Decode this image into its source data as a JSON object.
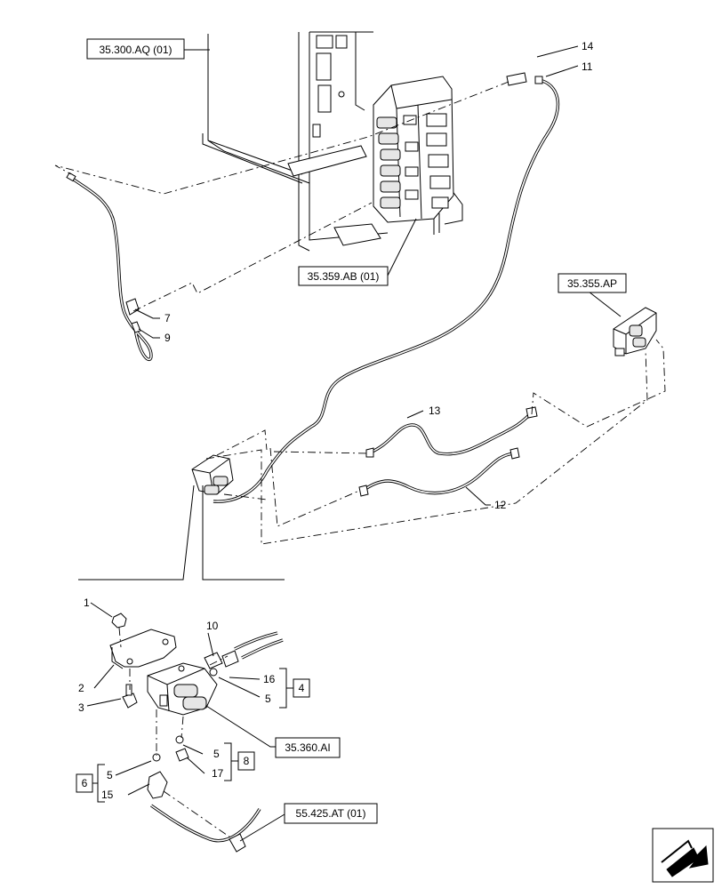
{
  "references": {
    "r1": "35.300.AQ (01)",
    "r2": "35.359.AB (01)",
    "r3": "35.355.AP",
    "r4": "35.360.AI",
    "r5": "55.425.AT (01)"
  },
  "callouts": {
    "n1": "1",
    "n2": "2",
    "n3": "3",
    "n5a": "5",
    "n5b": "5",
    "n5c": "5",
    "n7": "7",
    "n9": "9",
    "n10": "10",
    "n11": "11",
    "n12": "12",
    "n13": "13",
    "n14": "14",
    "n15": "15",
    "n16": "16",
    "n17": "17"
  },
  "kits": {
    "k4": "4",
    "k6": "6",
    "k8": "8"
  },
  "icons": {
    "nav": "arrow-navigation-icon"
  }
}
